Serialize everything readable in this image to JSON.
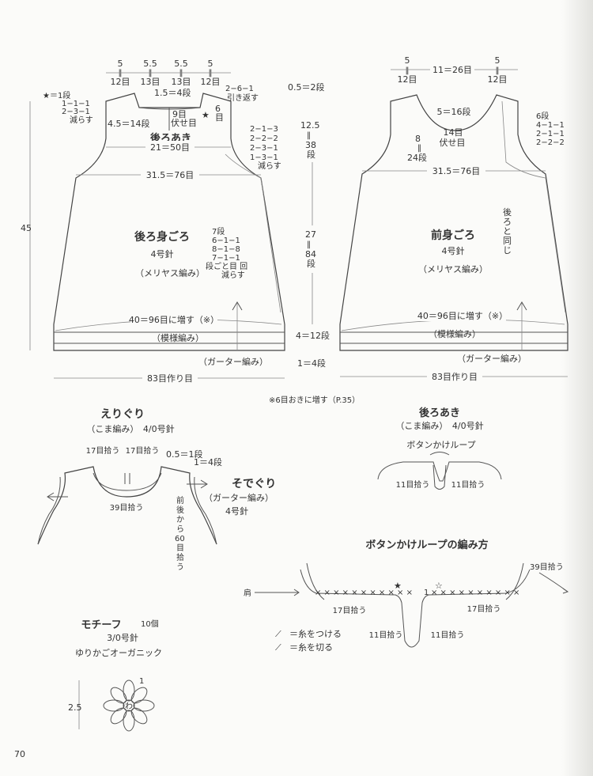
{
  "back": {
    "shoulder_w": [
      "5",
      "5.5",
      "5.5",
      "5"
    ],
    "shoulder_st": [
      "12目",
      "13目",
      "13目",
      "12目"
    ],
    "eq": "‖",
    "neck_depth": "1.5＝4段",
    "neck_short": "2−6−1",
    "neck_short2": "引き返す",
    "star_decr": "★＝1段",
    "star_d1": "1−1−1",
    "star_d2": "2−3−1",
    "star_d3": "減らす",
    "opening_w": "4.5＝14段",
    "opening_bind": "9目",
    "opening_bind2": "伏せ目",
    "six_rows": "6",
    "six_rows2": "目",
    "opening_label": "後ろあき",
    "armhole_decr": [
      "2−1−3",
      "2−2−2",
      "2−3−1",
      "1−3−1",
      "減らす"
    ],
    "chest": "21＝50目",
    "hem_chest": "31.5＝76目",
    "title": "後ろ身ごろ",
    "needle": "4号針",
    "stitch": "（メリヤス編み）",
    "side_decr": [
      "7段",
      "6−1−1",
      "8−1−8",
      "7−1−1"
    ],
    "side_decr2": "段ごと目 回",
    "side_decr3": "減らす",
    "increase": "40＝96目に増す（※）",
    "pattern": "（模様編み）",
    "garter": "（ガーター編み）",
    "cast_on": "83目作り目",
    "total_len": "45"
  },
  "vert": {
    "top": "0.5＝2段",
    "armhole": "12.5",
    "armhole2": "38",
    "armhole3": "段",
    "body": "27",
    "body2": "84",
    "body3": "段",
    "pattern": "4＝12段",
    "garter": "1＝4段"
  },
  "front": {
    "shoulder_w": [
      "5",
      "11＝26目",
      "5"
    ],
    "shoulder_st": [
      "12目",
      "12目"
    ],
    "neck_w": "5＝16段",
    "neck_bind": "14目",
    "neck_bind2": "伏せ目",
    "neck_depth": "8",
    "neck_depth2": "24段",
    "hem_chest": "31.5＝76目",
    "right_decr": [
      "6段",
      "4−1−1",
      "2−1−1",
      "2−2−2"
    ],
    "same_back": [
      "後",
      "ろ",
      "と",
      "同",
      "じ"
    ],
    "title": "前身ごろ",
    "needle": "4号針",
    "stitch": "（メリヤス編み）",
    "increase": "40＝96目に増す（※）",
    "pattern": "（模様編み）",
    "garter": "（ガーター編み）",
    "cast_on": "83目作り目"
  },
  "note": "※6目おきに増す（P.35）",
  "neckline": {
    "title": "えりぐり",
    "sub": "（こま編み）　4/0号針",
    "pick1": "17目拾う",
    "pick2": "17目拾う",
    "row": "0.5＝1段",
    "pick_back": "39目拾う"
  },
  "armhole_edge": {
    "title": "そでぐり",
    "stitch": "（ガーター編み）",
    "needle": "4号針",
    "row": "1＝4段",
    "pick": [
      "前",
      "後",
      "か",
      "ら",
      "60",
      "目",
      "拾",
      "う"
    ]
  },
  "back_opening": {
    "title": "後ろあき",
    "sub": "（こま編み）　4/0号針",
    "loop": "ボタンかけループ",
    "pick": "11目拾う"
  },
  "loop_method": {
    "title": "ボタンかけループの編み方",
    "pick39": "39目拾う",
    "shoulder": "肩",
    "pick17a": "17目拾う",
    "pick17b": "17目拾う",
    "pick11a": "11目拾う",
    "pick11b": "11目拾う",
    "num1": "1",
    "legend_attach": "＝糸をつける",
    "legend_cut": "＝糸を切る"
  },
  "motif": {
    "title": "モチーフ",
    "count": "10個",
    "needle": "3/0号針",
    "yarn": "ゆりかごオーガニック",
    "size": "2.5",
    "num": "1",
    "center": "わ"
  },
  "page_no": "70"
}
